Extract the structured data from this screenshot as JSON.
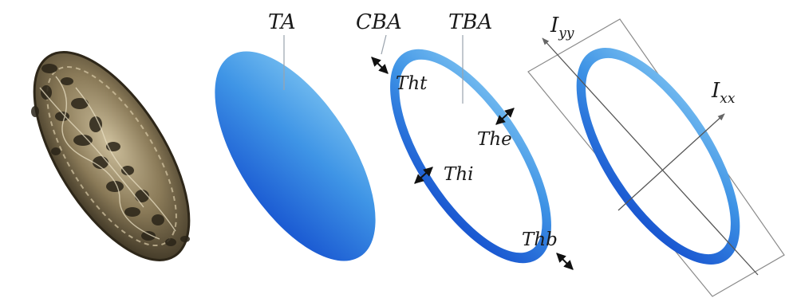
{
  "labels": {
    "ta": "TA",
    "cba": "CBA",
    "tba": "TBA",
    "tht": "Tht",
    "the": "The",
    "thi": "Thi",
    "thb": "Thb",
    "iyy": {
      "base": "I",
      "sub": "yy"
    },
    "ixx": {
      "base": "I",
      "sub": "xx"
    }
  },
  "colors": {
    "blue_light": "#7cc3f1",
    "blue_mid": "#3a8fe3",
    "blue_dark": "#1d5fd4",
    "bone_light": "#b7a98a",
    "bone_dark": "#3b3323",
    "line": "#555555",
    "box": "#888888"
  }
}
